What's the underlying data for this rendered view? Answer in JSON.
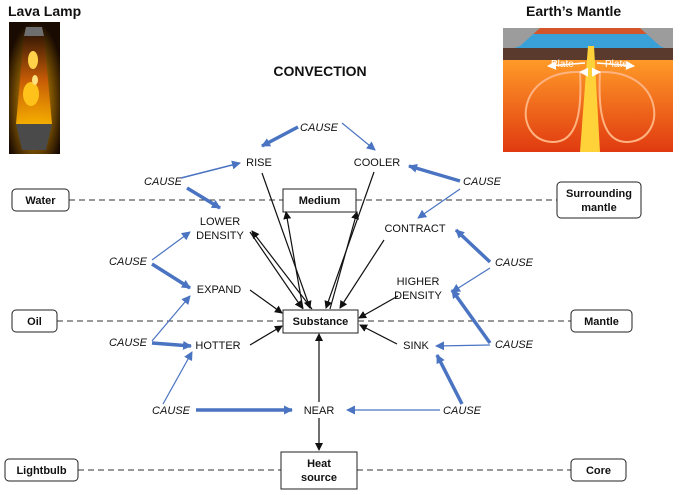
{
  "headings": {
    "lava_lamp": "Lava Lamp",
    "mantle": "Earth’s Mantle",
    "title": "CONVECTION"
  },
  "mantle_image": {
    "plate_left": "Plate",
    "plate_right": "Plate"
  },
  "left_boxes": {
    "top": "Water",
    "middle": "Oil",
    "bottom": "Lightbulb"
  },
  "right_boxes": {
    "top_line1": "Surrounding",
    "top_line2": "mantle",
    "middle": "Mantle",
    "bottom": "Core"
  },
  "center": {
    "medium": "Medium",
    "substance": "Substance",
    "heat_line1": "Heat",
    "heat_line2": "source"
  },
  "states": {
    "rise": "RISE",
    "cooler": "COOLER",
    "lower_density_1": "LOWER",
    "lower_density_2": "DENSITY",
    "contract": "CONTRACT",
    "expand": "EXPAND",
    "higher_density_1": "HIGHER",
    "higher_density_2": "DENSITY",
    "hotter": "HOTTER",
    "sink": "SINK",
    "near": "NEAR"
  },
  "cause_label": "CAUSE",
  "colors": {
    "arrow_blue": "#4a74c2",
    "arrow_black": "#111111"
  }
}
